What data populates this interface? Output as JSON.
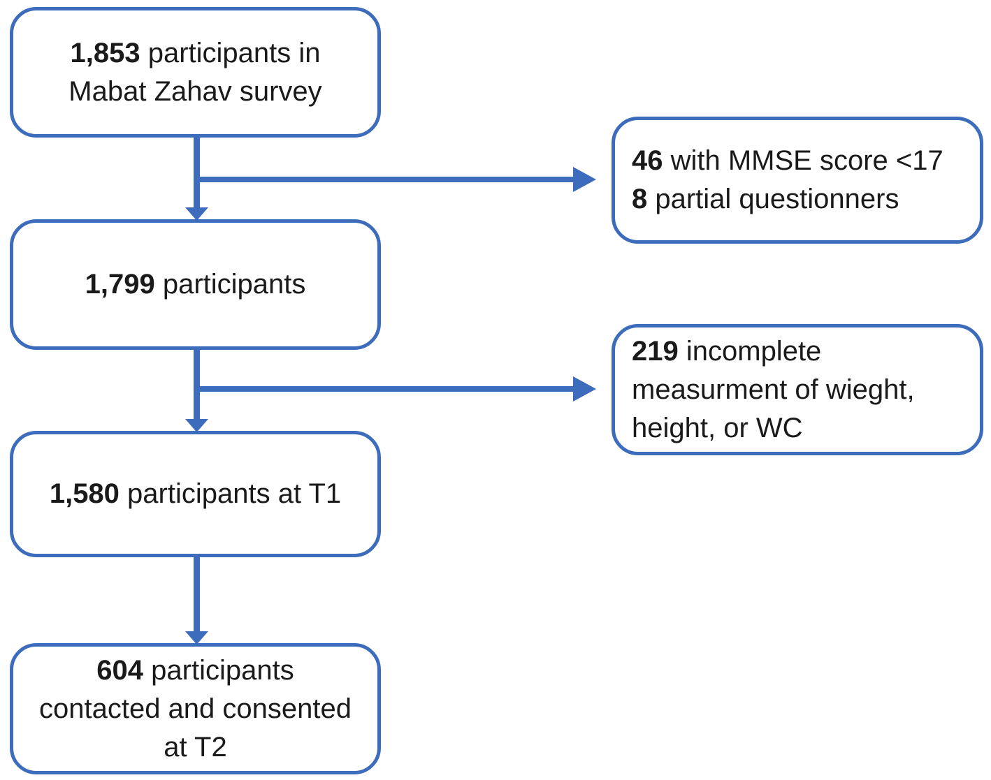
{
  "figure": {
    "type": "participant-flow-diagram",
    "colors": {
      "box_border": "#3d6cbd",
      "arrow": "#3d6cbd",
      "text": "#1a1a1a",
      "background": "#ffffff"
    },
    "main_boxes": [
      {
        "name": "survey-total",
        "lines": [
          {
            "bold": "1,853",
            "text": " participants in"
          },
          {
            "bold": "",
            "text": "Mabat Zahav survey"
          }
        ]
      },
      {
        "name": "after-first-exclusion",
        "lines": [
          {
            "bold": "1,799",
            "text": " participants"
          }
        ]
      },
      {
        "name": "participants-t1",
        "lines": [
          {
            "bold": "1,580",
            "text": " participants at T1"
          }
        ]
      },
      {
        "name": "participants-t2",
        "lines": [
          {
            "bold": "604",
            "text": " participants"
          },
          {
            "bold": "",
            "text": "contacted and consented"
          },
          {
            "bold": "",
            "text": "at T2"
          }
        ]
      }
    ],
    "exclusion_boxes": [
      {
        "name": "exclusion-mmse",
        "lines": [
          {
            "bold": "46",
            "text": " with MMSE score <17"
          },
          {
            "bold": "8",
            "text": " partial questionners"
          }
        ]
      },
      {
        "name": "exclusion-measurement",
        "lines": [
          {
            "bold": "219",
            "text": " incomplete"
          },
          {
            "bold": "",
            "text": "measurment of wieght,"
          },
          {
            "bold": "",
            "text": "height, or WC"
          }
        ]
      }
    ],
    "arrows": [
      {
        "from": "survey-total",
        "to": "after-first-exclusion",
        "direction": "down"
      },
      {
        "from": "survey-total",
        "to": "exclusion-mmse",
        "direction": "right"
      },
      {
        "from": "after-first-exclusion",
        "to": "participants-t1",
        "direction": "down"
      },
      {
        "from": "after-first-exclusion",
        "to": "exclusion-measurement",
        "direction": "right"
      },
      {
        "from": "participants-t1",
        "to": "participants-t2",
        "direction": "down"
      }
    ]
  }
}
